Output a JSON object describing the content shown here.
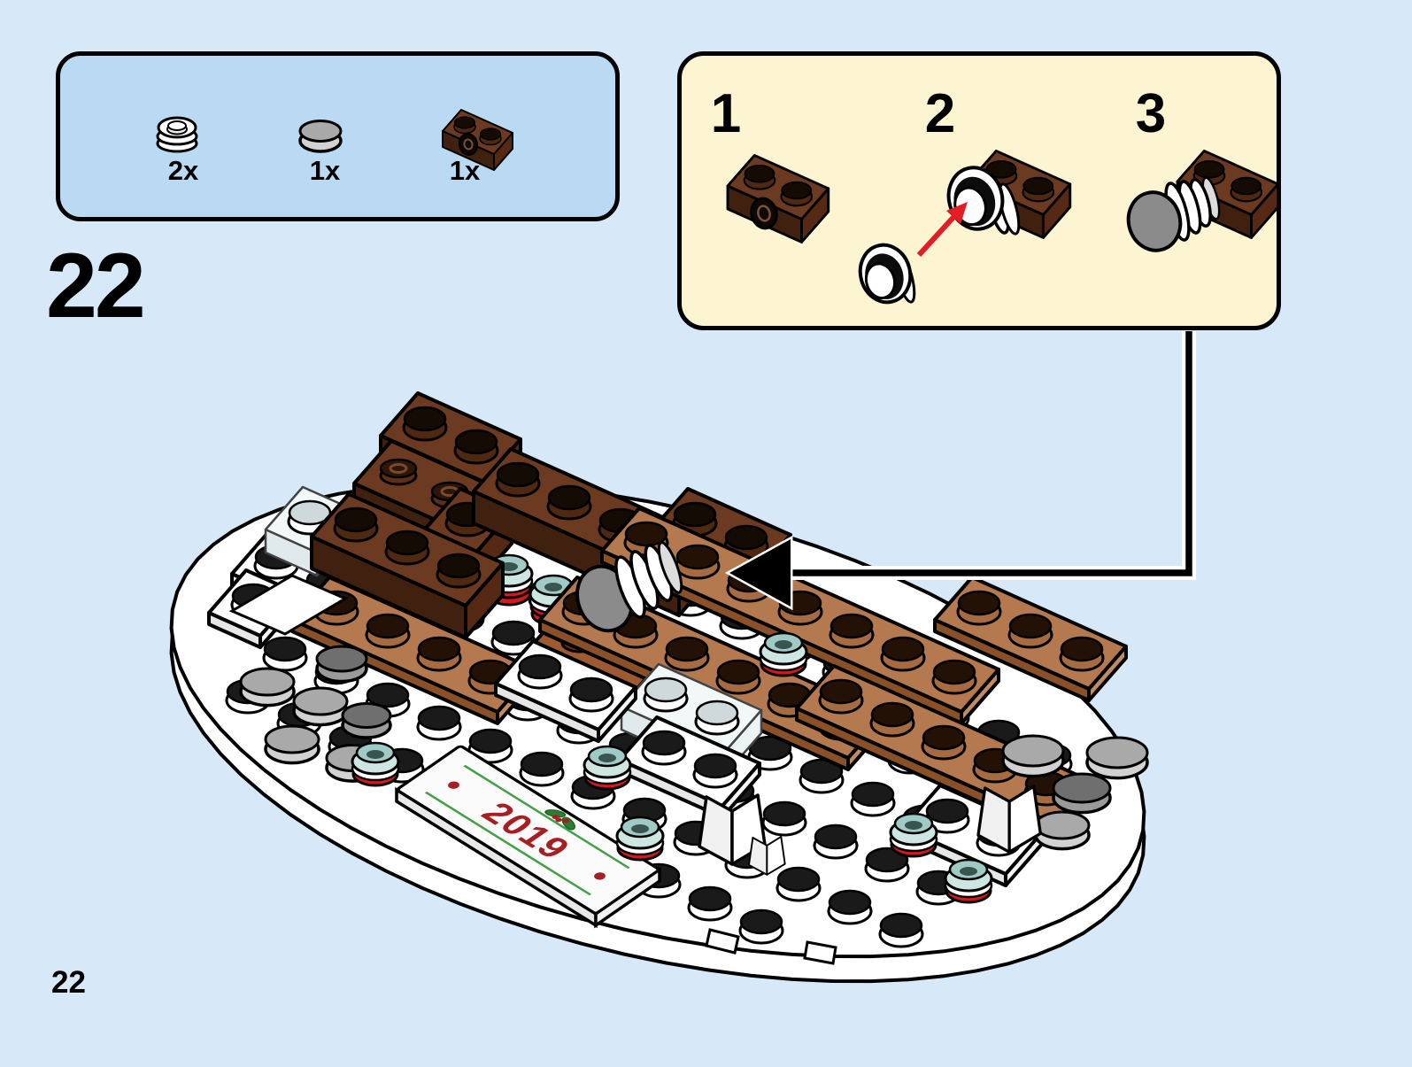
{
  "page": {
    "background": "#d7e9f8",
    "step_number": "22",
    "page_number": "22"
  },
  "parts_box": {
    "background": "#badaf3",
    "items": [
      {
        "count": "2x",
        "part": "white-round-plate-1x1-icon"
      },
      {
        "count": "1x",
        "part": "light-gray-round-tile-1x1-icon"
      },
      {
        "count": "1x",
        "part": "reddish-brown-plate-1x2-with-pin-hole-icon"
      }
    ]
  },
  "callout": {
    "background": "#fdf5d2",
    "steps": [
      {
        "label": "1"
      },
      {
        "label": "2"
      },
      {
        "label": "3"
      }
    ]
  },
  "model": {
    "year_tile_text": "2019"
  },
  "colors": {
    "outline": "#000000",
    "reddish_brown_top": "#6b3a21",
    "reddish_brown_left": "#40200e",
    "reddish_brown_right": "#552913",
    "nougat_top": "#b5794f",
    "nougat_left": "#8a5128",
    "nougat_right": "#c08b60",
    "dark_orange_top": "#a05a32",
    "dark_orange_left": "#7c4020",
    "dark_orange_right": "#b06a3e",
    "white_top": "#ffffff",
    "white_left": "#e6e6e6",
    "white_right": "#f4f4f4",
    "trans_teal_body": "#cde6e2",
    "trans_teal_top": "#9fcac5",
    "trans_red": "#d31a1a",
    "light_gray": "#a9a9a9",
    "light_gray_side": "#d2d2d2",
    "dark_gray": "#6f6f6f",
    "dark_gray_side": "#9b9b9b",
    "cylinder_gray": "#8b8b8b",
    "year_text_red": "#a51f23",
    "holly_green": "#44a048",
    "arrow_black": "#000000",
    "red_arrow": "#e31c25"
  }
}
